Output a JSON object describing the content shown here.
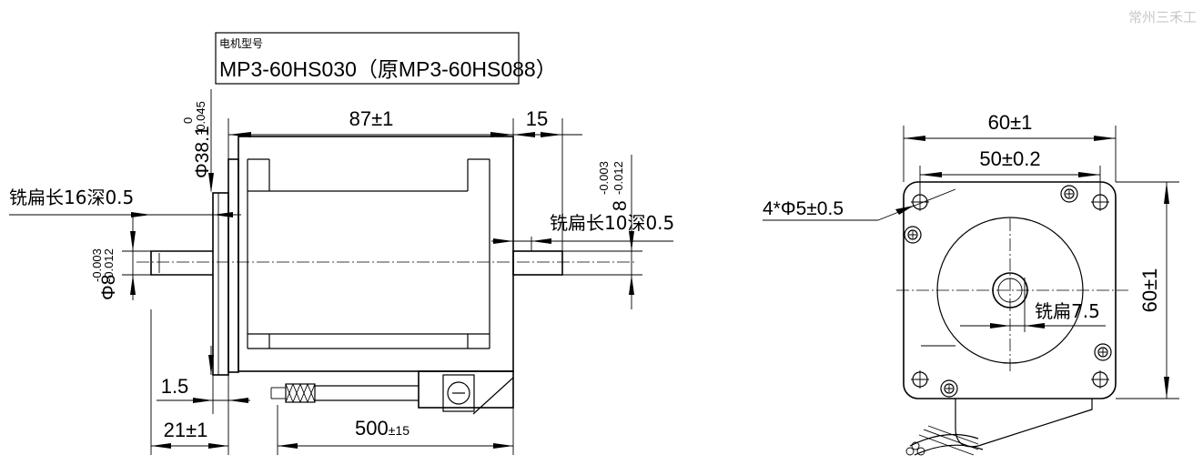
{
  "watermark": "常州三禾工",
  "title_box": {
    "label": "电机型号",
    "model": "MP3-60HS030（原MP3-60HS088）"
  },
  "side_view": {
    "body_length": "87±1",
    "rear_shaft_length": "15",
    "boss_diameter_main": "Φ38.1",
    "boss_tol_upper": "0",
    "boss_tol_lower": "-0.045",
    "front_flat_note": "铣扁长16深0.5",
    "front_shaft_dia_main": "Φ8",
    "front_shaft_tol_upper": "-0.003",
    "front_shaft_tol_lower": "-0.012",
    "rear_flat_note": "铣扁长10深0.5",
    "rear_shaft_dia_main": "8",
    "rear_shaft_tol_upper": "-0.003",
    "rear_shaft_tol_lower": "-0.012",
    "boss_height": "1.5",
    "front_shaft_length": "21±1",
    "cable_length_main": "500",
    "cable_length_tol": "±15"
  },
  "front_view": {
    "flange_width": "60±1",
    "hole_spacing": "50±0.2",
    "mount_holes": "4*Φ5±0.5",
    "flange_height": "60±1",
    "shaft_flat": "铣扁7.5"
  }
}
